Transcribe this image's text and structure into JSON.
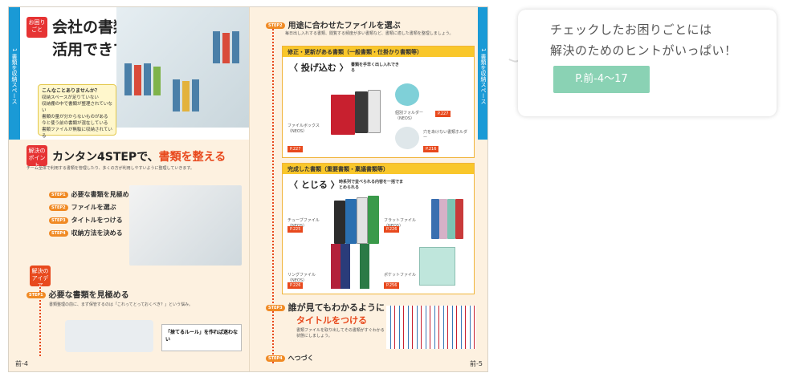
{
  "left_page": {
    "tab_text": "1 書類を収納スペース",
    "hero_badge": "お困りごと",
    "hero_title_line1": "会社の書類、うまく",
    "hero_title_line2": "活用できていない…。",
    "worries_title": "こんなことありませんか？",
    "worries": [
      "収納スペースが足りていない",
      "収納棚の中で書類が整理されていない",
      "書類の量が分からないものがある",
      "今と使う前の書類が混在している",
      "書類ファイルが無駄に収納されている"
    ],
    "solution_badge": "解決のポイント",
    "solution_title_a": "カンタン4STEPで、",
    "solution_title_b": "書類を整える",
    "solution_desc": "チーム全体で利用する書類を管理したり、多くの方が利用しやすいように整理していきます。",
    "steps": [
      {
        "tag": "STEP1",
        "label": "必要な書類を見極める"
      },
      {
        "tag": "STEP2",
        "label": "ファイルを選ぶ"
      },
      {
        "tag": "STEP3",
        "label": "タイトルをつける"
      },
      {
        "tag": "STEP4",
        "label": "収納方法を決める"
      }
    ],
    "idea_badge": "解決のアイデア",
    "step1_tag": "STEP1",
    "step1_title": "必要な書類を見極める",
    "step1_desc": "書類整理の前に、まず保管するのは「これってとっておくべき？」という悩み。",
    "rule_box": "「捨てるルール」を作れば迷わない",
    "page_number": "前-4"
  },
  "right_page": {
    "tab_text": "1 書類を収納スペース",
    "step2_tag": "STEP2",
    "step2_title": "用途に合わせたファイルを選ぶ",
    "step2_desc": "毎日出し入れする書類、閲覧する頻度が多い書類など、書類に適した書類を整理しましょう。",
    "box1_head": "修正・更新がある書類（一般書類・仕掛かり書類等）",
    "box1_title": "〈 投げ込む 〉",
    "box1_sub": "書類を手早く出し入れできる",
    "box1_labels": [
      "P.227",
      "P.227",
      "P.216"
    ],
    "box1_items": [
      "ファイルボックス（NEOS）",
      "個別フォルダー（NEOS）",
      "穴をあけない書類ホルダー"
    ],
    "box2_head": "完成した書類（重要書類・稟議書類等）",
    "box2_title": "〈 とじる 〉",
    "box2_sub": "時系列で並べられる内容を一括でまとめられる",
    "box2_labels": [
      "P.225",
      "P.226",
      "P.226",
      "P.256"
    ],
    "box2_items": [
      "チューブファイル（NEOS）",
      "フラットファイル（NEOS）",
      "リングファイル（NEOS）",
      "ポケットファイル"
    ],
    "step3_tag": "STEP3",
    "step3_title_line1": "誰が見てもわかるように",
    "step3_title_line2": "タイトルをつける",
    "step3_desc": "書類ファイルを取り出してその書類がすぐわかる状態にしましょう。",
    "step4_tag": "STEP4",
    "step4_text": "へつづく",
    "page_number": "前-5"
  },
  "callout": {
    "line1": "チェックしたお困りごとには",
    "line2": "解決のためのヒントがいっぱい！",
    "page_ref": "P.前-4～17"
  },
  "colors": {
    "accent": "#e8491d",
    "tab": "#1a9ad6",
    "button": "#8ad2b4",
    "highlight": "#f9c72b"
  }
}
